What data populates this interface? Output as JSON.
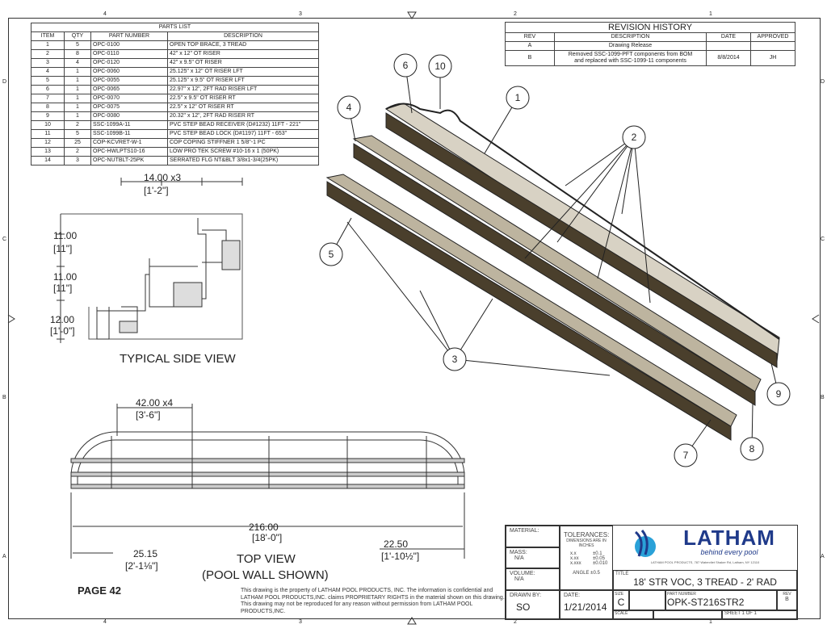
{
  "zones": {
    "top": [
      "4",
      "3",
      "2",
      "1"
    ],
    "side": [
      "D",
      "C",
      "B",
      "A"
    ]
  },
  "parts_list": {
    "title": "PARTS LIST",
    "headers": [
      "ITEM",
      "QTY",
      "PART NUMBER",
      "DESCRIPTION"
    ],
    "rows": [
      [
        "1",
        "5",
        "OPC-0100",
        "OPEN TOP BRACE, 3 TREAD"
      ],
      [
        "2",
        "8",
        "OPC-0110",
        "42\" x 12\" OT RISER"
      ],
      [
        "3",
        "4",
        "OPC-0120",
        "42\" x 9.5\" OT RISER"
      ],
      [
        "4",
        "1",
        "OPC-0060",
        "25.125\" x 12\" OT RISER LFT"
      ],
      [
        "5",
        "1",
        "OPC-0055",
        "25.125\" x 9.5\" OT RISER LFT"
      ],
      [
        "6",
        "1",
        "OPC-0065",
        "22.97\" x 12\", 2FT RAD RISER LFT"
      ],
      [
        "7",
        "1",
        "OPC-0070",
        "22.5\" x 9.5\" OT RISER RT"
      ],
      [
        "8",
        "1",
        "OPC-0075",
        "22.5\" x 12\" OT RISER RT"
      ],
      [
        "9",
        "1",
        "OPC-0080",
        "20.32\" x 12\", 2FT RAD RISER RT"
      ],
      [
        "10",
        "2",
        "SSC-1099A-11",
        "PVC STEP BEAD RECEIVER (D#1232) 11FT - 221\""
      ],
      [
        "11",
        "5",
        "SSC-1099B-11",
        "PVC STEP BEAD LOCK (D#1197) 11FT - 653\""
      ],
      [
        "12",
        "25",
        "COP-KCVRET-W-1",
        "COP COPING STIFFNER 1 5/8\"-1 PC"
      ],
      [
        "13",
        "2",
        "OPC-HWLPTS10-16",
        "LOW PRO TEK SCREW #10-16 x 1 (50PK)"
      ],
      [
        "14",
        "3",
        "OPC-NUTBLT-25PK",
        "SERRATED FLG NT&BLT 3/8x1-3/4(25PK)"
      ]
    ]
  },
  "revision_history": {
    "title": "REVISION HISTORY",
    "headers": [
      "REV",
      "DESCRIPTION",
      "DATE",
      "APPROVED"
    ],
    "rows": [
      [
        "A",
        "Drawing Release",
        "",
        ""
      ],
      [
        "B",
        "Removed SSC-1099-PFT components from BOM and replaced with SSC-1099-11 components",
        "8/8/2014",
        "JH"
      ]
    ]
  },
  "side_view": {
    "label": "TYPICAL SIDE VIEW",
    "dims": [
      "14.00 x3",
      "[1'-2\"]",
      "11.00",
      "[11\"]",
      "11.00",
      "[11\"]",
      "12.00",
      "[1'-0\"]"
    ]
  },
  "top_view": {
    "label": "TOP VIEW",
    "sublabel": "(POOL WALL SHOWN)",
    "dims": [
      "42.00 x4",
      "[3'-6\"]",
      "216.00",
      "[18'-0\"]",
      "25.15",
      "[2'-1⅛\"]",
      "22.50",
      "[1'-10½\"]"
    ]
  },
  "balloons": [
    "1",
    "2",
    "3",
    "4",
    "5",
    "6",
    "7",
    "8",
    "9",
    "10"
  ],
  "page_label": "PAGE 42",
  "notice": "This drawing is the property of LATHAM POOL PRODUCTS, INC. The information is confidential and LATHAM POOL PRODUCTS,INC. claims PROPRIETARY RIGHTS in the material shown on this drawing. This drawing may not be reproduced for any reason without permission from LATHAM POOL PRODUCTS,INC.",
  "title_block": {
    "material_label": "MATERIAL:",
    "mass_label": "MASS:",
    "mass": "N/A",
    "volume_label": "VOLUME:",
    "volume": "N/A",
    "tolerances_label": "TOLERANCES:",
    "tolerances_note": "DIMENSIONS ARE IN INCHES",
    "tolerances": [
      [
        "x.x",
        "±0.1"
      ],
      [
        "x.xx",
        "±0.05"
      ],
      [
        "x.xxx",
        "±0.010"
      ]
    ],
    "angle": "ANGLE  ±0.5",
    "logo": "LATHAM",
    "tagline": "behind every pool",
    "address": "LATHAM POOL PRODUCTS, 787 Watervliet Shaker Rd, Latham, NY 12110",
    "title_label": "TITLE",
    "title": "18' STR VOC, 3 TREAD - 2' RAD",
    "drawn_by_label": "DRAWN BY:",
    "drawn_by": "SO",
    "date_label": "DATE:",
    "date": "1/21/2014",
    "size_label": "SIZE",
    "size": "C",
    "scale_label": "SCALE",
    "part_number_label": "PART NUMBER",
    "part_number": "OPK-ST216STR2",
    "rev_label": "REV",
    "rev": "B",
    "sheet": "SHEET 1  OF 1"
  },
  "colors": {
    "beam": "#4a3f2c",
    "logo": "#1f3a8a"
  }
}
